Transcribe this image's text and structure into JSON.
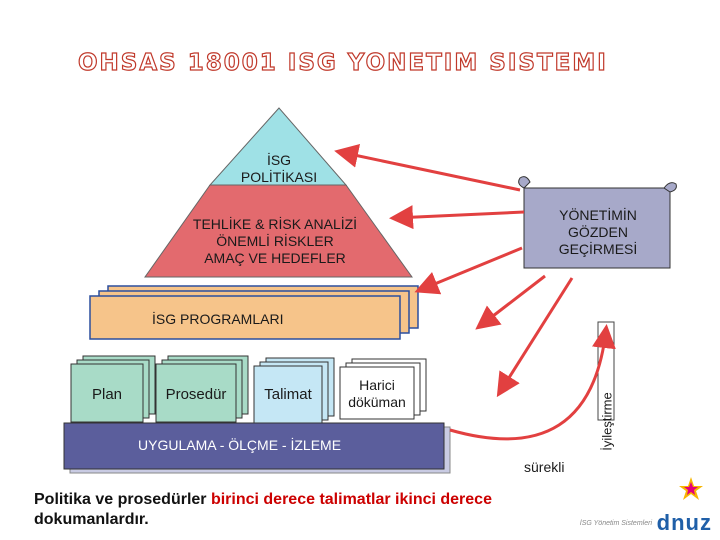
{
  "title": "OHSAS 18001 ISG YONETIM SISTEMI",
  "pyramid": {
    "top": [
      "İSG",
      "POLİTİKASI"
    ],
    "middle": [
      "TEHLİKE & RİSK ANALİZİ",
      "ÖNEMLİ RİSKLER",
      "AMAÇ VE HEDEFLER"
    ]
  },
  "review": [
    "YÖNETİMİN",
    "GÖZDEN",
    "GEÇİRMESİ"
  ],
  "programs": "İSG PROGRAMLARI",
  "documents": {
    "plan": "Plan",
    "procedure": "Prosedür",
    "instruction": "Talimat",
    "external": [
      "Harici",
      "döküman"
    ]
  },
  "base": "UYGULAMA - ÖLÇME - İZLEME",
  "improvement": "İyileştirme",
  "continuous": "sürekli",
  "footer": {
    "part1": "Politika ve prosedürler ",
    "part2": "birinci derece  talimatlar ikinci derece",
    "part3": "dokumanlardır."
  },
  "brand_small": "İSG Yönetim Sistemleri",
  "brand": "dnuz",
  "colors": {
    "pyramid_top": "#9fe1e6",
    "pyramid_mid": "#e36a6e",
    "programs": "#f6c48a",
    "documents": "#a8dbc7",
    "base": "#5b5e9c",
    "scroll": "#a7a9c9",
    "arrow": "#e24040"
  }
}
